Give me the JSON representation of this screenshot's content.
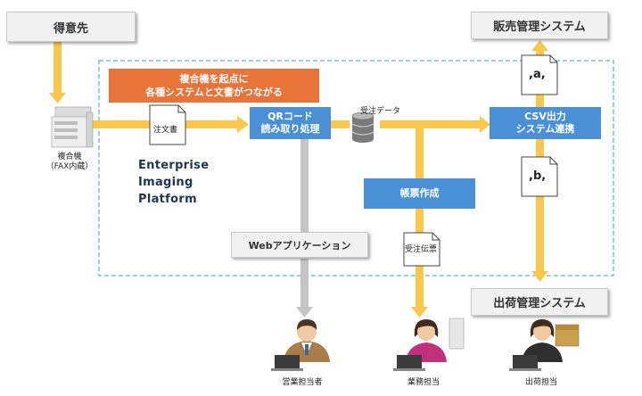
{
  "external_systems": {
    "tokuisaki": "得意先",
    "hanbai": "販売管理システム",
    "shukka": "出荷管理システム"
  },
  "banner": {
    "line1": "複合機を起点に",
    "line2": "各種システムと文書がつながる"
  },
  "mfp": {
    "label_line1": "複合機",
    "label_line2": "（FAX内蔵）"
  },
  "documents": {
    "order": "注文書",
    "order_slip": "受注伝票",
    "doc_a": ",a,",
    "doc_b": ",b,"
  },
  "platform": {
    "line1": "Enterprise",
    "line2": "Imaging",
    "line3": "Platform"
  },
  "processes": {
    "qr_line1": "QRコード",
    "qr_line2": "読み取り処理",
    "csv_line1": "CSV出力",
    "csv_line2": "システム連携",
    "form": "帳票作成",
    "web": "Webアプリケーション"
  },
  "database_label": "受注データ",
  "people": {
    "sales": "営業担当者",
    "business": "業務担当",
    "shipping": "出荷担当"
  },
  "colors": {
    "arrow_yellow": "#f9c74a",
    "arrow_gray": "#c4c4c4",
    "process_blue": "#4a90d6",
    "banner_orange": "#e8743a",
    "boundary_teal": "#5bb8c9"
  }
}
